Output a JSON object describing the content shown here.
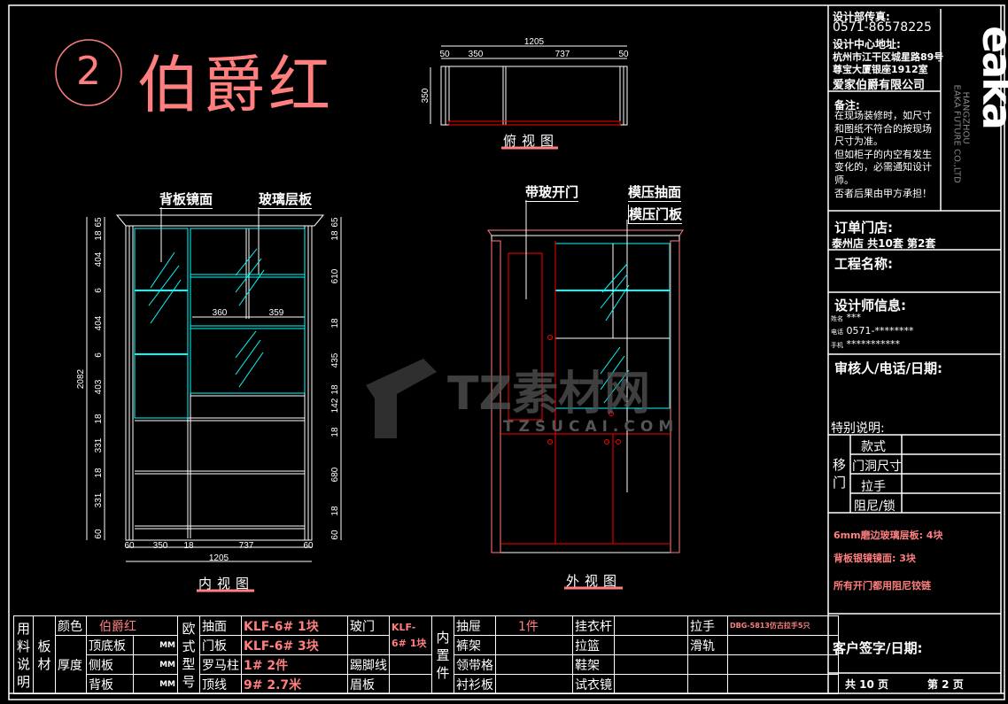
{
  "title": {
    "number": "2",
    "name": "伯爵红"
  },
  "top_view": {
    "label": "俯视图",
    "dims": {
      "total_width": "1205",
      "left_post": "50",
      "left_bay": "350",
      "right_bay": "737",
      "right_post": "50",
      "depth": "350"
    }
  },
  "inner_view": {
    "label": "内视图",
    "callouts": [
      "背板镜面",
      "玻璃层板"
    ],
    "left_dims": [
      "65",
      "18",
      "404",
      "6",
      "404",
      "6",
      "403",
      "18",
      "331",
      "18",
      "331",
      "60"
    ],
    "total_height": "2082",
    "right_dims": [
      "65",
      "18",
      "610",
      "18",
      "435",
      "18",
      "142",
      "18",
      "680",
      "18",
      "60"
    ],
    "inner_dims": [
      "360",
      "359"
    ],
    "bottom_dims": [
      "60",
      "350",
      "18",
      "737",
      "60"
    ],
    "total_width": "1205"
  },
  "outer_view": {
    "label": "外视图",
    "callouts": [
      "带玻开门",
      "模压抽面",
      "模压门板"
    ]
  },
  "watermark": {
    "text": "TZ素材网",
    "subtext": "TZSUCAI.COM"
  },
  "right_panel": {
    "fax_label": "设计部传真:",
    "fax": "0571-86578225",
    "addr_label": "设计中心地址:",
    "addr1": "杭州市江干区城星路89号",
    "addr2": "尊宝大厦银座1912室",
    "company": "爱家伯爵有限公司",
    "logo": "eaka",
    "logo_sub1": "HANGZHOU",
    "logo_sub2": "EAKA FUTURE CO.,LTD",
    "notes_label": "备注:",
    "notes": [
      "在现场装修时，如尺寸",
      "和图纸不符合的按现场",
      "尺寸为准。",
      "但如柜子的内空有发生",
      "变化的，必需通知设计",
      "师。",
      "否者后果由甲方承担！"
    ],
    "order_label": "订单门店:",
    "order_value": "泰州店  共10套  第2套",
    "project_label": "工程名称:",
    "designer_label": "设计师信息:",
    "designer_rows": [
      {
        "k": "姓名",
        "v": "***"
      },
      {
        "k": "电话",
        "v": "0571-********"
      },
      {
        "k": "手机",
        "v": "***********"
      }
    ],
    "reviewer_label": "审核人/电话/日期:",
    "special_label": "特别说明:",
    "sliding_label": "移门",
    "sliding_rows": [
      "款式",
      "门洞尺寸",
      "拉手",
      "阻尼/锁"
    ],
    "red_notes": [
      "6mm磨边玻璃层板: 4块",
      "背板银镜镜面: 3块",
      "所有开门都用阻尼铰链"
    ],
    "signature_label": "客户签字/日期:",
    "pages_total": "共 10 页",
    "page_current": "第 2 页"
  },
  "bottom_table": {
    "material_label": "用料说明",
    "board_label": "板材",
    "color_label": "颜色",
    "color_value": "伯爵红",
    "thickness_label": "厚度",
    "thickness_rows": [
      {
        "k": "顶底板",
        "v": "MM"
      },
      {
        "k": "侧板",
        "v": "MM"
      },
      {
        "k": "背板",
        "v": "MM"
      }
    ],
    "euro_label": "欧式型号",
    "euro_rows": [
      {
        "k": "抽面",
        "v": "KLF-6#  1块"
      },
      {
        "k": "门板",
        "v": "KLF-6#  3块"
      },
      {
        "k": "罗马柱",
        "v": "1#  2件"
      },
      {
        "k": "顶线",
        "v": "9# 2.7米"
      }
    ],
    "euro_rows2": [
      "玻门",
      "",
      "踢脚线",
      "眉板"
    ],
    "glass_door_value": "KLF-6# 1块",
    "inner_label": "内置件",
    "inner_col1": [
      {
        "k": "抽屉",
        "v": "1件"
      },
      {
        "k": "裤架",
        "v": ""
      },
      {
        "k": "领带格",
        "v": ""
      },
      {
        "k": "衬衫板",
        "v": ""
      }
    ],
    "inner_col2": [
      {
        "k": "挂衣杆",
        "v": ""
      },
      {
        "k": "拉篮",
        "v": ""
      },
      {
        "k": "鞋架",
        "v": ""
      },
      {
        "k": "试衣镜",
        "v": ""
      }
    ],
    "inner_col3": [
      {
        "k": "拉手",
        "v": "DBG-5813仿古拉手5只"
      },
      {
        "k": "滑轨",
        "v": ""
      },
      {
        "k": "",
        "v": ""
      },
      {
        "k": "",
        "v": ""
      }
    ]
  },
  "colors": {
    "pink": "#ff7f7f",
    "cyan": "#00ffff",
    "red": "#ff0000",
    "white": "#ffffff"
  }
}
